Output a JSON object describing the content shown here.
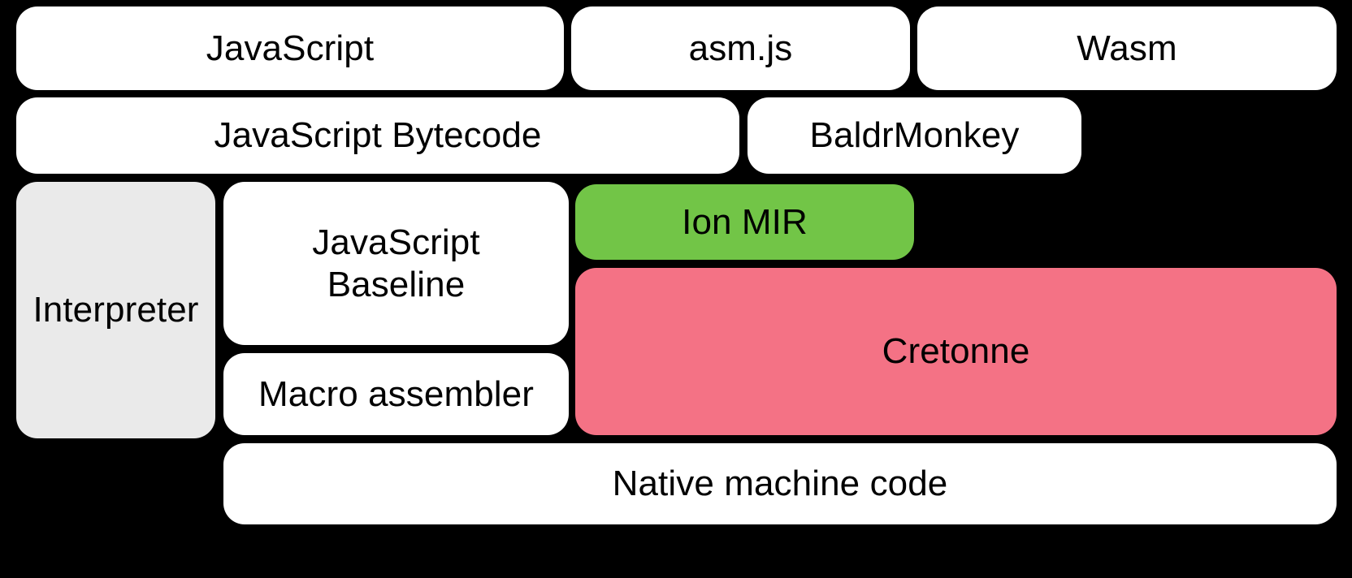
{
  "diagram": {
    "title": "SpiderMonkey compilation pipeline",
    "background_color": "#000000",
    "palette": {
      "white": "#ffffff",
      "gray": "#eaeaea",
      "green": "#72c547",
      "pink": "#f47285",
      "text": "#000000"
    },
    "rows": [
      {
        "name": "source-languages",
        "nodes": [
          {
            "id": "javascript",
            "label": "JavaScript",
            "fill": "white"
          },
          {
            "id": "asmjs",
            "label": "asm.js",
            "fill": "white"
          },
          {
            "id": "wasm",
            "label": "Wasm",
            "fill": "white"
          }
        ]
      },
      {
        "name": "front-ends",
        "nodes": [
          {
            "id": "js-bytecode",
            "label": "JavaScript Bytecode",
            "fill": "white"
          },
          {
            "id": "baldrmonkey",
            "label": "BaldrMonkey",
            "fill": "white"
          }
        ]
      },
      {
        "name": "execution-tiers",
        "nodes": [
          {
            "id": "interpreter",
            "label": "Interpreter",
            "fill": "gray"
          },
          {
            "id": "js-baseline",
            "label": "JavaScript\nBaseline",
            "fill": "white"
          },
          {
            "id": "macro-assembler",
            "label": "Macro assembler",
            "fill": "white"
          },
          {
            "id": "ion-mir",
            "label": "Ion MIR",
            "fill": "green"
          },
          {
            "id": "cretonne",
            "label": "Cretonne",
            "fill": "pink"
          }
        ]
      },
      {
        "name": "output",
        "nodes": [
          {
            "id": "native-code",
            "label": "Native machine code",
            "fill": "white"
          }
        ]
      }
    ]
  },
  "nodes": {
    "javascript": "JavaScript",
    "asmjs": "asm.js",
    "wasm": "Wasm",
    "js_bytecode": "JavaScript Bytecode",
    "baldrmonkey": "BaldrMonkey",
    "interpreter": "Interpreter",
    "js_baseline": "JavaScript\nBaseline",
    "macro_assembler": "Macro assembler",
    "ion_mir": "Ion MIR",
    "cretonne": "Cretonne",
    "native_code": "Native machine code"
  }
}
